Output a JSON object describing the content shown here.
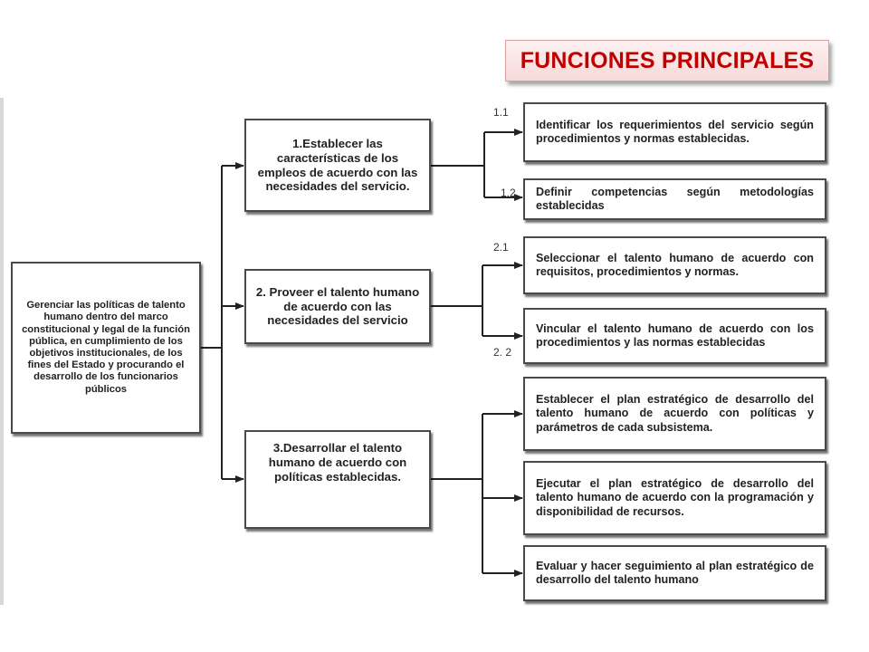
{
  "title": "FUNCIONES PRINCIPALES",
  "root": "Gerenciar las políticas de talento humano dentro del marco constitucional y legal de la función pública, en cumplimiento de los objetivos institucionales, de los fines del Estado y procurando el desarrollo de los funcionarios públicos",
  "functions": [
    {
      "label": "1.Establecer las características de los empleos de acuerdo con las necesidades del servicio.",
      "children": [
        {
          "num": "1.1",
          "text": "Identificar los requerimientos del servicio según procedimientos y normas establecidas."
        },
        {
          "num": "1.2",
          "text": "Definir competencias según metodologías establecidas"
        }
      ]
    },
    {
      "label": "2. Proveer el talento humano de acuerdo con las necesidades del servicio",
      "children": [
        {
          "num": "2.1",
          "text": "Seleccionar el talento humano de acuerdo con requisitos, procedimientos y normas."
        },
        {
          "num": "2. 2",
          "text": "Vincular el talento humano de acuerdo con los procedimientos y las normas establecidas"
        }
      ]
    },
    {
      "label": "3.Desarrollar el talento humano de acuerdo con políticas establecidas.",
      "children": [
        {
          "text": "Establecer el plan estratégico de desarrollo del talento humano de acuerdo con políticas y parámetros de cada subsistema."
        },
        {
          "text": "Ejecutar el plan estratégico de desarrollo del talento humano de acuerdo con la programación y disponibilidad de recursos."
        },
        {
          "text": "Evaluar y hacer seguimiento al plan estratégico de desarrollo del talento humano"
        }
      ]
    }
  ]
}
